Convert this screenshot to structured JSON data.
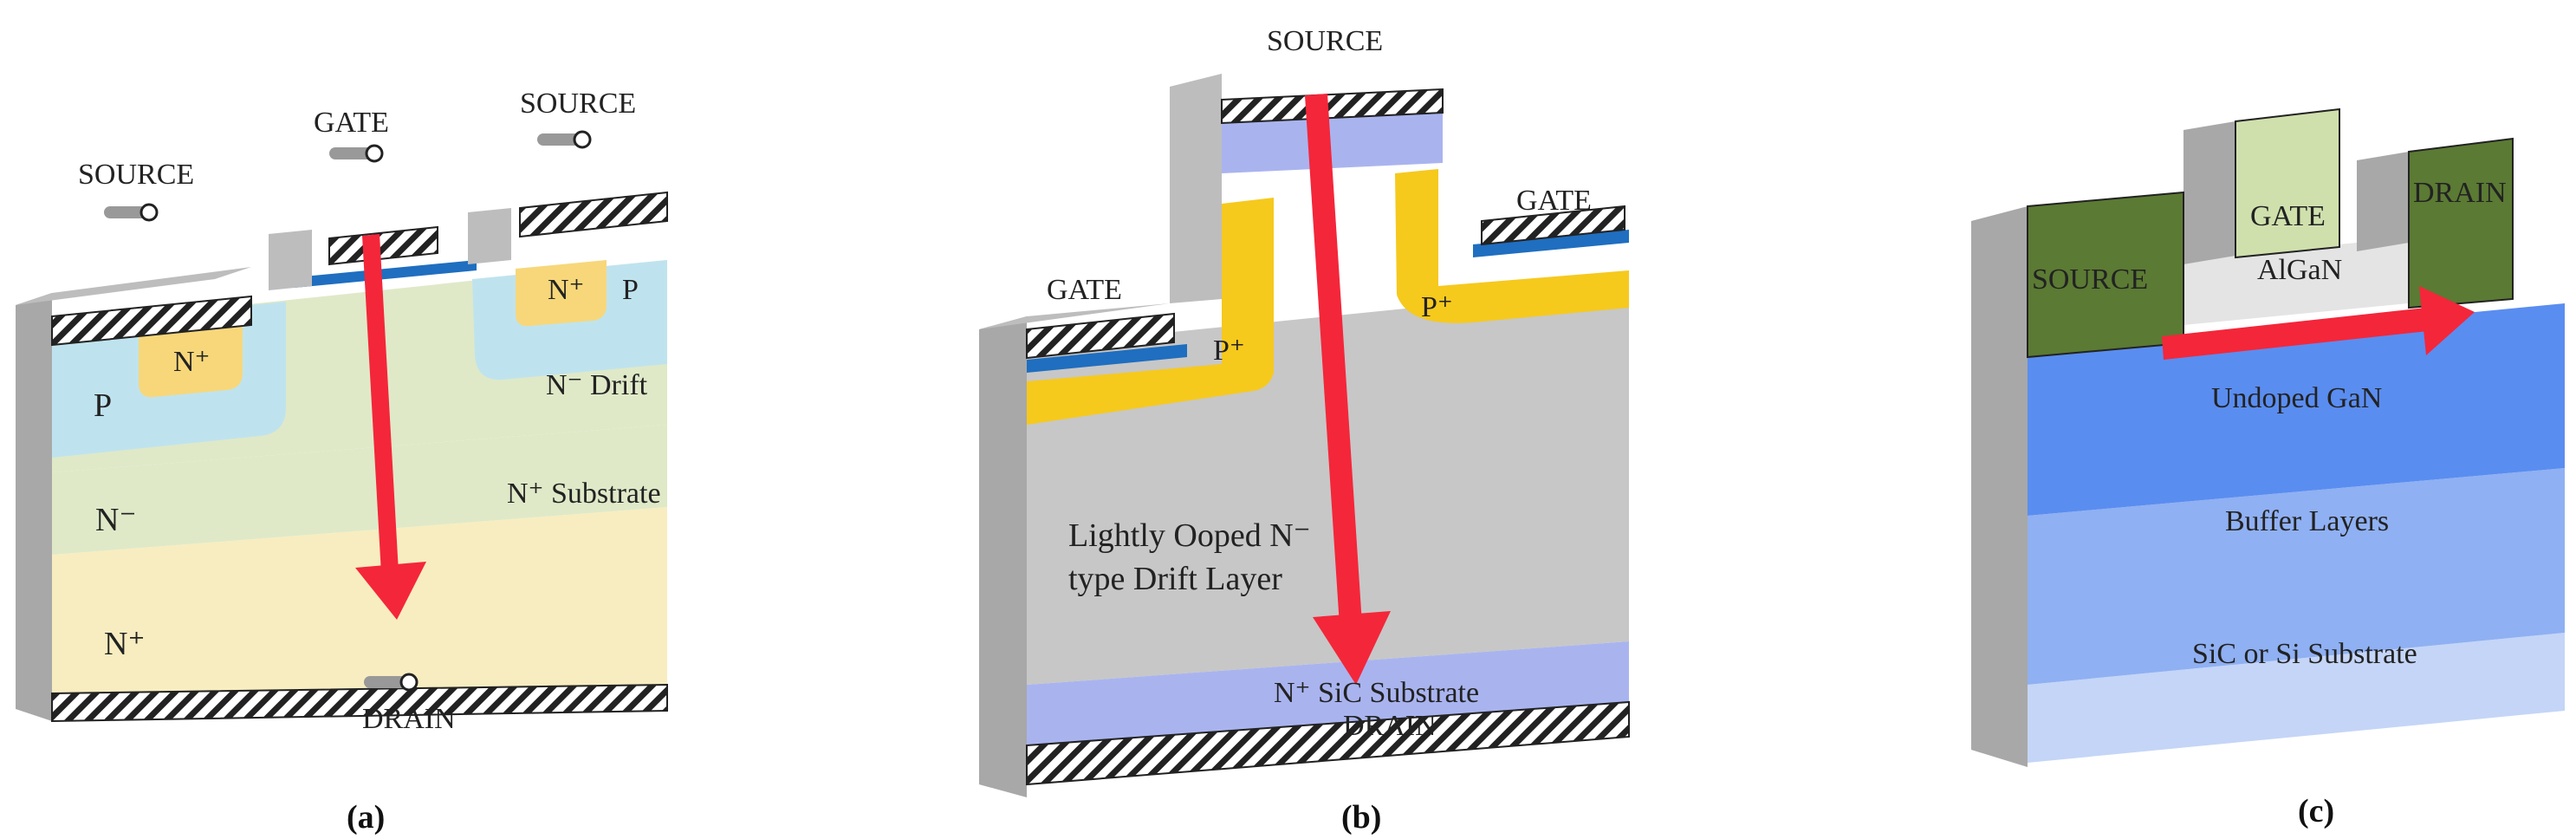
{
  "colors": {
    "side_gray": "#a8a8a8",
    "side_gray_dark": "#8f8f8f",
    "p_region": "#bfe3ee",
    "n_plus": "#f7d77a",
    "n_minus": "#dfe9c8",
    "n_substrate": "#f8edc0",
    "gate_oxide": "#1f6ec0",
    "hatch": "#ffffff",
    "arrow": "#f4263a",
    "yellow_p": "#f6c91d",
    "drift_gray": "#c7c7c7",
    "sic_blue": "#a9b4ef",
    "gan_green": "#5b7a33",
    "gate_green": "#cfe0ad",
    "algan": "#e4e4e4",
    "gan_blue": "#5a8df0",
    "buffer_blue": "#8fb0f2",
    "substrate_blue": "#c4d5f7"
  },
  "panels": {
    "a": {
      "caption": "(a)",
      "labels": {
        "source_left": "SOURCE",
        "gate": "GATE",
        "source_right": "SOURCE",
        "drain": "DRAIN",
        "p_left": "P",
        "n_plus_left": "N⁺",
        "n_plus_right": "N⁺",
        "p_right": "P",
        "n_drift": "N⁻ Drift",
        "n_minus": "N⁻",
        "n_substrate": "N⁺ Substrate",
        "n_plus_bottom": "N⁺"
      }
    },
    "b": {
      "caption": "(b)",
      "labels": {
        "source": "SOURCE",
        "gate_left": "GATE",
        "gate_right": "GATE",
        "p_plus_left": "P⁺",
        "p_plus_right": "P⁺",
        "drift_line1": "Lightly Ooped N⁻",
        "drift_line2": "type Drift Layer",
        "substrate": "N⁺ SiC Substrate",
        "drain": "DRAIN"
      }
    },
    "c": {
      "caption": "(c)",
      "labels": {
        "source": "SOURCE",
        "gate": "GATE",
        "drain": "DRAIN",
        "algan": "AlGaN",
        "gan": "Undoped GaN",
        "buffer": "Buffer Layers",
        "substrate": "SiC or Si Substrate"
      }
    }
  }
}
